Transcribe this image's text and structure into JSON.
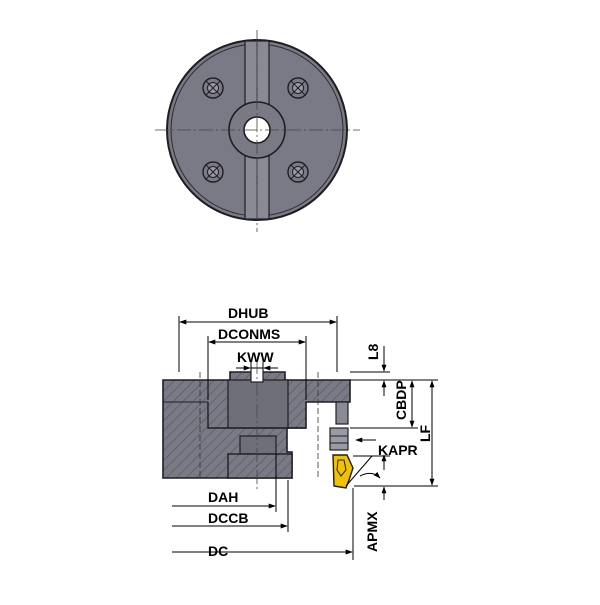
{
  "labels": {
    "dhub": "DHUB",
    "dconms": "DCONMS",
    "kww": "KWW",
    "l8": "L8",
    "cbdp": "CBDP",
    "lf": "LF",
    "kapr": "KAPR",
    "dah": "DAH",
    "dccb": "DCCB",
    "dc": "DC",
    "apmx": "APMX"
  },
  "colors": {
    "body_fill": "#7a7a86",
    "body_dark": "#55555f",
    "outline": "#1e1e22",
    "insert_yellow": "#f2c200",
    "dim_line": "#000000"
  }
}
